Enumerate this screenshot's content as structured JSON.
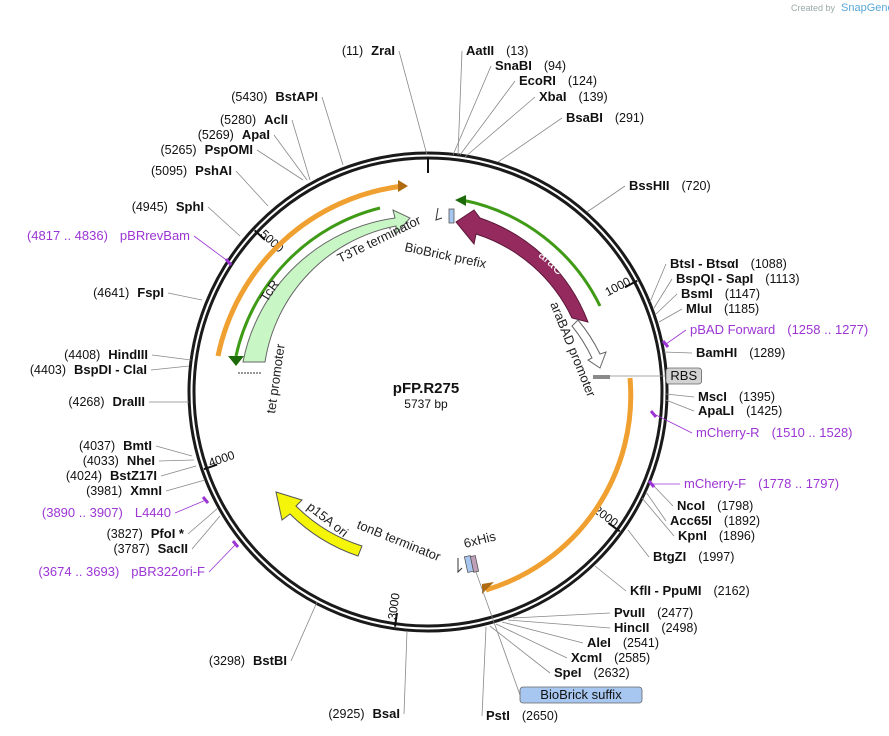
{
  "credit": {
    "prefix": "Created by",
    "brand": "SnapGene"
  },
  "plasmid": {
    "name": "pFP.R275",
    "length": "5737 bp"
  },
  "ticks": [
    {
      "label": "1000",
      "angle": 62
    },
    {
      "label": "2000",
      "angle": 126
    },
    {
      "label": "3000",
      "angle": 188
    },
    {
      "label": "4000",
      "angle": 251
    },
    {
      "label": "5000",
      "angle": 313
    }
  ],
  "sites": [
    {
      "name": "ZraI",
      "pos": "(11)",
      "side": "L"
    },
    {
      "name": "AatII",
      "pos": "(13)",
      "side": "R"
    },
    {
      "name": "SnaBI",
      "pos": "(94)",
      "side": "R"
    },
    {
      "name": "EcoRI",
      "pos": "(124)",
      "side": "R"
    },
    {
      "name": "XbaI",
      "pos": "(139)",
      "side": "R"
    },
    {
      "name": "BsaBI",
      "pos": "(291)",
      "side": "R"
    },
    {
      "name": "BssHII",
      "pos": "(720)",
      "side": "R"
    },
    {
      "name": "BtsI - BtsαI",
      "pos": "(1088)",
      "side": "R"
    },
    {
      "name": "BspQI - SapI",
      "pos": "(1113)",
      "side": "R"
    },
    {
      "name": "BsmI",
      "pos": "(1147)",
      "side": "R"
    },
    {
      "name": "MluI",
      "pos": "(1185)",
      "side": "R"
    },
    {
      "name": "BamHI",
      "pos": "(1289)",
      "side": "R"
    },
    {
      "name": "MscI",
      "pos": "(1395)",
      "side": "R"
    },
    {
      "name": "ApaLI",
      "pos": "(1425)",
      "side": "R"
    },
    {
      "name": "NcoI",
      "pos": "(1798)",
      "side": "R"
    },
    {
      "name": "Acc65I",
      "pos": "(1892)",
      "side": "R"
    },
    {
      "name": "KpnI",
      "pos": "(1896)",
      "side": "R"
    },
    {
      "name": "BtgZI",
      "pos": "(1997)",
      "side": "R"
    },
    {
      "name": "KflI - PpuMI",
      "pos": "(2162)",
      "side": "R"
    },
    {
      "name": "PvuII",
      "pos": "(2477)",
      "side": "R"
    },
    {
      "name": "HincII",
      "pos": "(2498)",
      "side": "R"
    },
    {
      "name": "AleI",
      "pos": "(2541)",
      "side": "R"
    },
    {
      "name": "XcmI",
      "pos": "(2585)",
      "side": "R"
    },
    {
      "name": "SpeI",
      "pos": "(2632)",
      "side": "R"
    },
    {
      "name": "PstI",
      "pos": "(2650)",
      "side": "R"
    },
    {
      "name": "BsaI",
      "pos": "(2925)",
      "side": "L"
    },
    {
      "name": "BstBI",
      "pos": "(3298)",
      "side": "L"
    },
    {
      "name": "SacII",
      "pos": "(3787)",
      "side": "L"
    },
    {
      "name": "PfoI *",
      "pos": "(3827)",
      "side": "L"
    },
    {
      "name": "XmnI",
      "pos": "(3981)",
      "side": "L"
    },
    {
      "name": "BstZ17I",
      "pos": "(4024)",
      "side": "L"
    },
    {
      "name": "NheI",
      "pos": "(4033)",
      "side": "L"
    },
    {
      "name": "BmtI",
      "pos": "(4037)",
      "side": "L"
    },
    {
      "name": "DraIII",
      "pos": "(4268)",
      "side": "L"
    },
    {
      "name": "BspDI - ClaI",
      "pos": "(4403)",
      "side": "L"
    },
    {
      "name": "HindIII",
      "pos": "(4408)",
      "side": "L"
    },
    {
      "name": "FspI",
      "pos": "(4641)",
      "side": "L"
    },
    {
      "name": "SphI",
      "pos": "(4945)",
      "side": "L"
    },
    {
      "name": "PshAI",
      "pos": "(5095)",
      "side": "L"
    },
    {
      "name": "PspOMI",
      "pos": "(5265)",
      "side": "L"
    },
    {
      "name": "ApaI",
      "pos": "(5269)",
      "side": "L"
    },
    {
      "name": "AclI",
      "pos": "(5280)",
      "side": "L"
    },
    {
      "name": "BstAPI",
      "pos": "(5430)",
      "side": "L"
    }
  ],
  "primers": [
    {
      "name": "pBAD Forward",
      "pos": "(1258 .. 1277)",
      "side": "R"
    },
    {
      "name": "mCherry-R",
      "pos": "(1510 .. 1528)",
      "side": "R"
    },
    {
      "name": "mCherry-F",
      "pos": "(1778 .. 1797)",
      "side": "R"
    },
    {
      "name": "L4440",
      "pos": "(3890 .. 3907)",
      "side": "L"
    },
    {
      "name": "pBR322ori-F",
      "pos": "(3674 .. 3693)",
      "side": "L"
    },
    {
      "name": "pBRrevBam",
      "pos": "(4817 .. 4836)",
      "side": "L"
    }
  ],
  "boxed_features": [
    {
      "name": "RBS",
      "color": "#d3d3d3"
    },
    {
      "name": "BioBrick suffix",
      "color": "#a7c7f0"
    }
  ],
  "features": {
    "arac": "araC",
    "arabad_promoter": "araBAD promoter",
    "tcr": "TcR",
    "t3te_terminator": "T3Te terminator",
    "biobrick_prefix": "BioBrick prefix",
    "tet_promoter": "tet promoter",
    "p15a_ori": "p15A ori",
    "tonb_terminator": "tonB terminator",
    "his6": "6xHis"
  },
  "colors": {
    "arac": "#952a5f",
    "tcr": "#c8f7c5",
    "p15a_ori": "#f5f50a",
    "primer": "#9c35d4",
    "orange_arc": "#f0a030",
    "green_arc": "#3f9a16",
    "backbone": "#1a1a1a"
  }
}
